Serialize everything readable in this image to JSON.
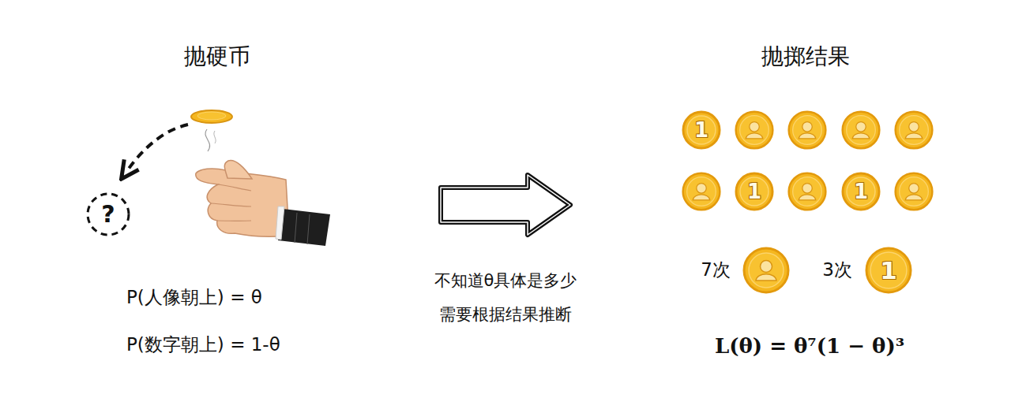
{
  "diagram": {
    "nodes": [
      {
        "text": [
          "?"
        ]
      },
      {
        "text": [
          "1"
        ]
      },
      {
        "text": [
          "1"
        ]
      },
      {
        "text": [
          "1"
        ]
      },
      {
        "text": [
          "1"
        ]
      }
    ],
    "labels": [
      "抛硬币",
      "P(人像朝上) = θ",
      "P(数字朝上) = 1-θ",
      "不知道θ具体是多少",
      "需要根据结果推断",
      "抛掷结果",
      "7次",
      "3次",
      "L(θ) = θ⁷(1 − θ)³"
    ]
  }
}
